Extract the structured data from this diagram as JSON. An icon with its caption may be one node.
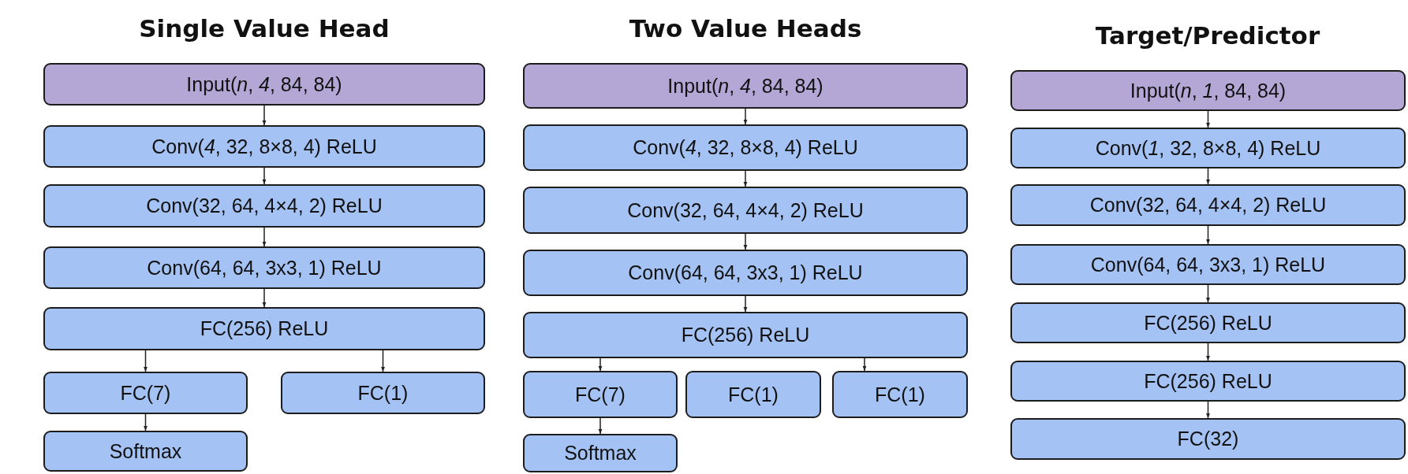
{
  "diagram": {
    "nodes": [
      {
        "text": [
          "Input(*n*, *4*, 84, 84)"
        ]
      },
      {
        "text": [
          "Conv(*4*, 32, 8×8, 4) ReLU"
        ]
      },
      {
        "text": [
          "Conv(32, 64, 4×4, 2) ReLU"
        ]
      },
      {
        "text": [
          "Conv(64, 64, 3x3, 1) ReLU"
        ]
      },
      {
        "text": [
          "FC(256) ReLU"
        ]
      },
      {
        "text": [
          "FC(7)"
        ]
      },
      {
        "text": [
          "FC(1)"
        ]
      },
      {
        "text": [
          "Softmax"
        ]
      },
      {
        "text": [
          "Input(*n*, *4*, 84, 84)"
        ]
      },
      {
        "text": [
          "Conv(*4*, 32, 8×8, 4) ReLU"
        ]
      },
      {
        "text": [
          "Conv(32, 64, 4×4, 2) ReLU"
        ]
      },
      {
        "text": [
          "Conv(64, 64, 3x3, 1) ReLU"
        ]
      },
      {
        "text": [
          "FC(256) ReLU"
        ]
      },
      {
        "text": [
          "FC(7)"
        ]
      },
      {
        "text": [
          "FC(1)"
        ]
      },
      {
        "text": [
          "FC(1)"
        ]
      },
      {
        "text": [
          "Softmax"
        ]
      },
      {
        "text": [
          "Input(*n*, *1*, 84, 84)"
        ]
      },
      {
        "text": [
          "Conv(*1*, 32, 8×8, 4) ReLU"
        ]
      },
      {
        "text": [
          "Conv(32, 64, 4×4, 2) ReLU"
        ]
      },
      {
        "text": [
          "Conv(64, 64, 3x3, 1) ReLU"
        ]
      },
      {
        "text": [
          "FC(256) ReLU"
        ]
      },
      {
        "text": [
          "FC(256) ReLU"
        ]
      },
      {
        "text": [
          "FC(32)"
        ]
      }
    ],
    "edges": [
      {
        "from": 0,
        "to": 1,
        "arrow": "to"
      },
      {
        "from": 1,
        "to": 2,
        "arrow": "to"
      },
      {
        "from": 2,
        "to": 3,
        "arrow": "to"
      },
      {
        "from": 3,
        "to": 4,
        "arrow": "to"
      },
      {
        "from": 4,
        "to": 5,
        "arrow": "to"
      },
      {
        "from": 4,
        "to": 6,
        "arrow": "to"
      },
      {
        "from": 5,
        "to": 7,
        "arrow": "to"
      },
      {
        "from": 8,
        "to": 9,
        "arrow": "to"
      },
      {
        "from": 9,
        "to": 10,
        "arrow": "to"
      },
      {
        "from": 10,
        "to": 11,
        "arrow": "to"
      },
      {
        "from": 11,
        "to": 12,
        "arrow": "to"
      },
      {
        "from": 12,
        "to": 13,
        "arrow": "to"
      },
      {
        "from": 12,
        "to": 15,
        "arrow": "to"
      },
      {
        "from": 13,
        "to": 16,
        "arrow": "to"
      },
      {
        "from": 17,
        "to": 18,
        "arrow": "to"
      },
      {
        "from": 18,
        "to": 19,
        "arrow": "to"
      },
      {
        "from": 19,
        "to": 20,
        "arrow": "to"
      },
      {
        "from": 20,
        "to": 21,
        "arrow": "to"
      },
      {
        "from": 21,
        "to": 22,
        "arrow": "to"
      },
      {
        "from": 22,
        "to": 23,
        "arrow": "to"
      }
    ],
    "labels": [
      "Single Value Head",
      "Two Value Heads",
      "Target/Predictor"
    ]
  }
}
